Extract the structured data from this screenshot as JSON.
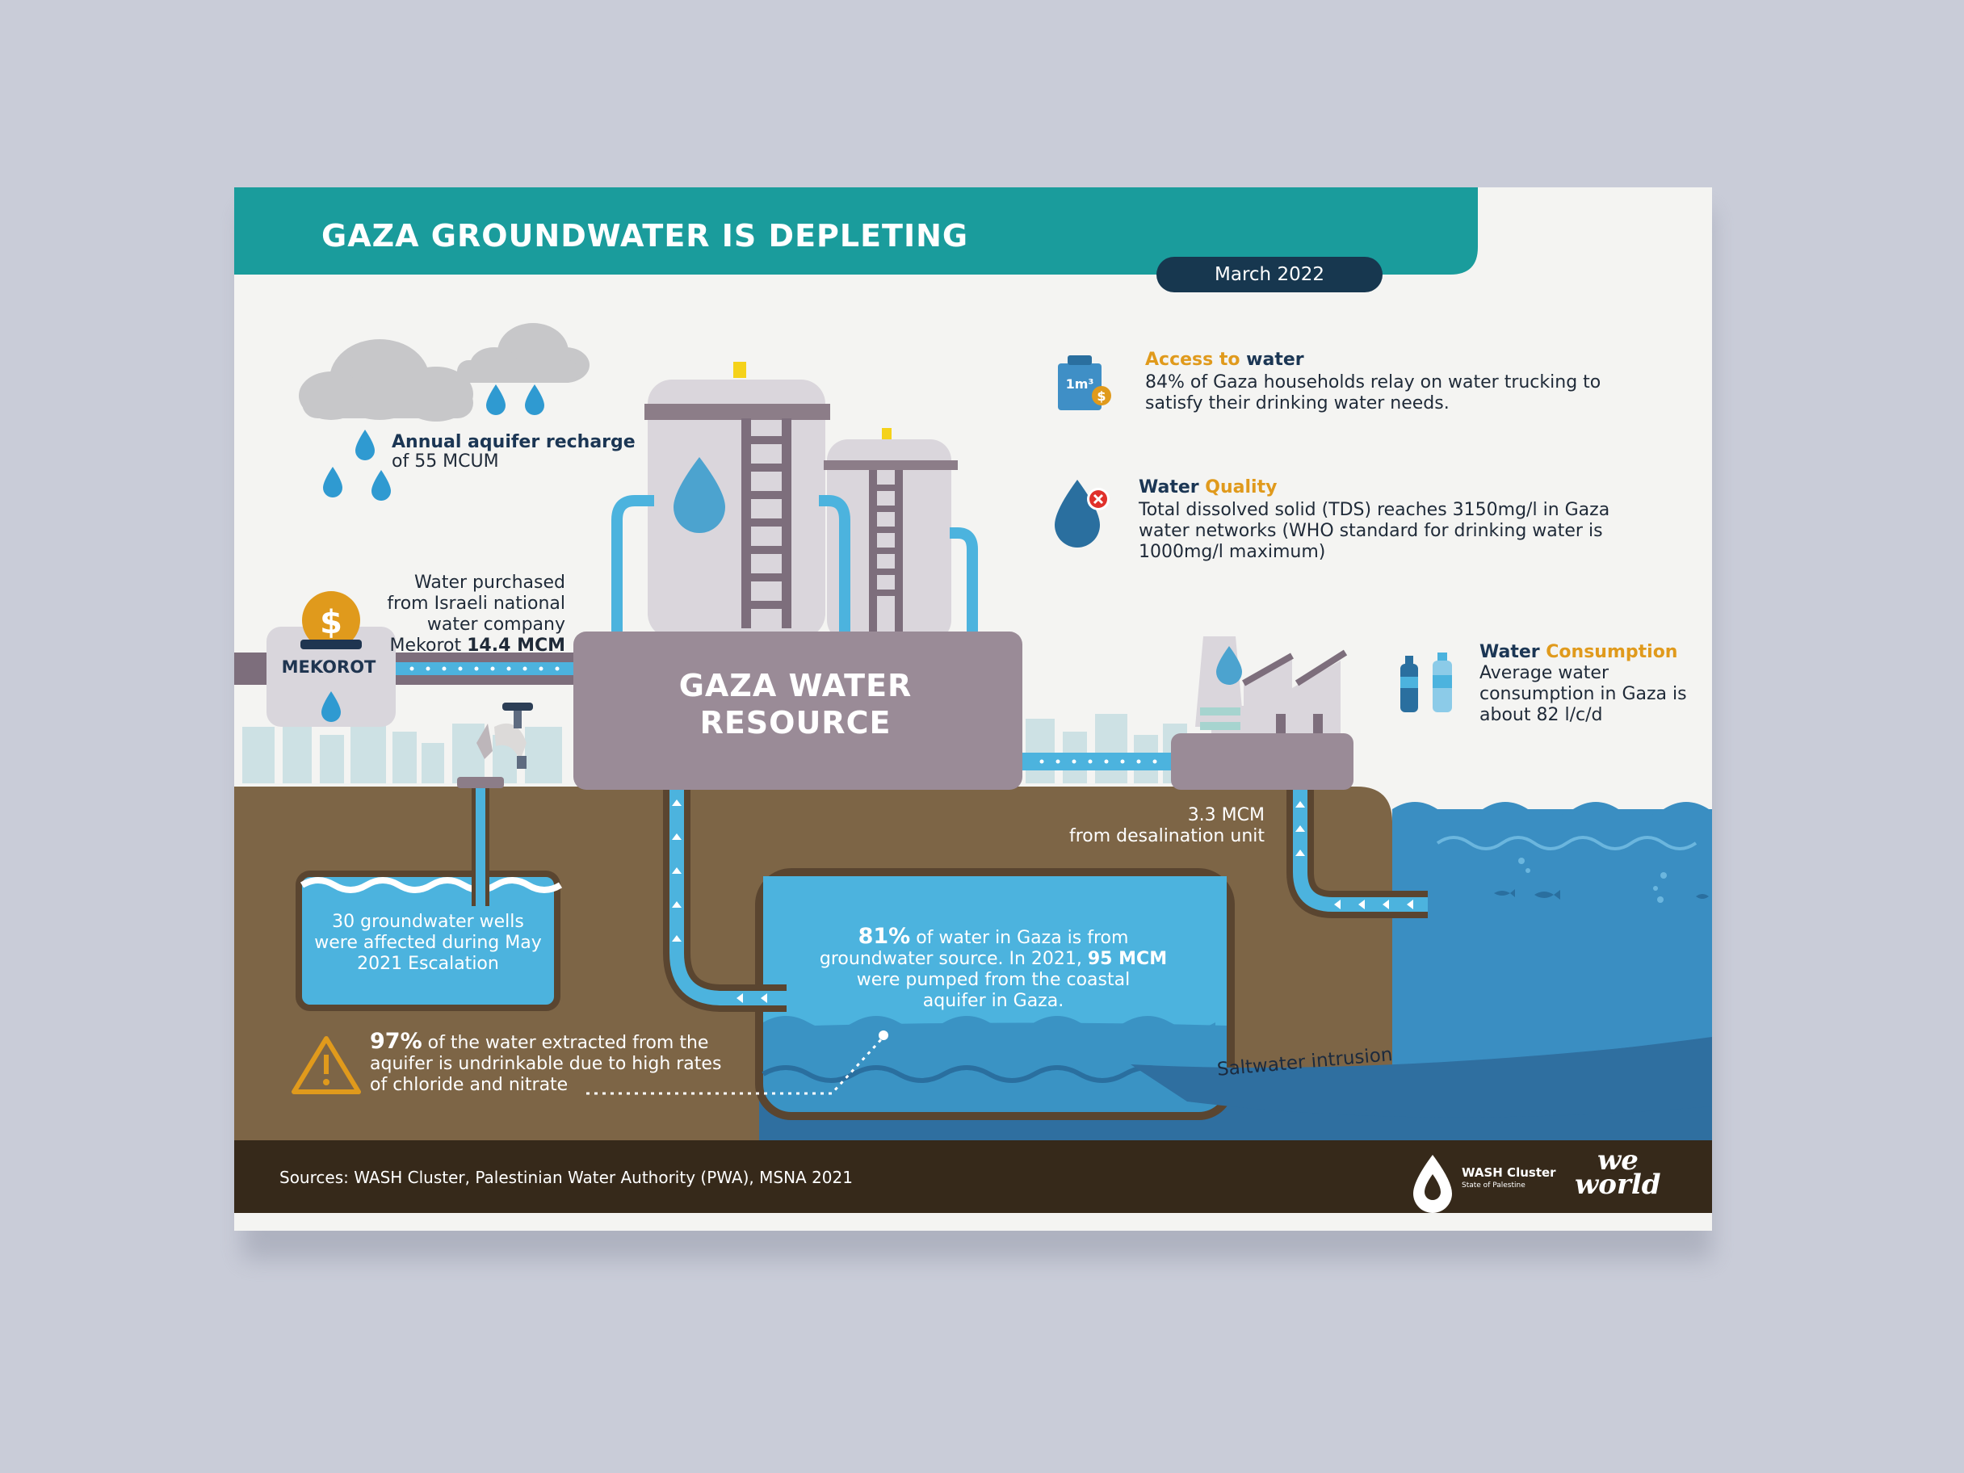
{
  "header": {
    "title": "GAZA GROUNDWATER IS DEPLETING",
    "date": "March 2022"
  },
  "recharge": {
    "title": "Annual aquifer recharge",
    "value": "of 55 MCUM"
  },
  "mekorot": {
    "label": "MEKOROT",
    "line1": "Water purchased",
    "line2": "from Israeli national",
    "line3": "water company",
    "line4_pre": "Mekorot ",
    "line4_value": "14.4 MCM"
  },
  "center": {
    "line1": "GAZA WATER",
    "line2": "RESOURCE"
  },
  "access": {
    "title_1": "Access to",
    "title_2": " water",
    "line1": "84% of Gaza households relay on water trucking to",
    "line2": "satisfy their drinking water needs.",
    "icon_text": "1m³"
  },
  "quality": {
    "title_1": "Water",
    "title_2": " Quality",
    "line1": "Total dissolved solid (TDS) reaches 3150mg/l in Gaza",
    "line2": "water networks (WHO standard for drinking water is",
    "line3": "1000mg/l maximum)"
  },
  "consumption": {
    "title_1": "Water",
    "title_2": " Consumption",
    "line1": "Average water",
    "line2": "consumption in Gaza is",
    "line3": "about 82 l/c/d"
  },
  "desal": {
    "line1": "3.3 MCM",
    "line2": "from desalination unit"
  },
  "wells": {
    "line1": "30 groundwater wells",
    "line2": "were affected during May",
    "line3": "2021 Escalation"
  },
  "groundwater": {
    "pct": "81%",
    "line1_rest": " of water in Gaza is from",
    "line2_pre": "groundwater source. In 2021, ",
    "line2_value": "95 MCM",
    "line3": "were pumped from the coastal",
    "line4": "aquifer in Gaza."
  },
  "undrinkable": {
    "pct": "97%",
    "line1_rest": " of the water extracted from the",
    "line2": "aquifer is undrinkable due to high rates",
    "line3": "of chloride and nitrate"
  },
  "saltwater": {
    "label": "Saltwater intrusion"
  },
  "footer": {
    "sources": "Sources: WASH Cluster, Palestinian Water Authority (PWA), MSNA 2021",
    "logo1_name": "WASH Cluster",
    "logo1_sub": "State of Palestine",
    "logo2_top": "we",
    "logo2_bottom": "world"
  },
  "colors": {
    "teal": "#1a9c9c",
    "navy": "#17374f",
    "earth": "#7d6546",
    "water": "#3a93c4",
    "light_water": "#4cb3de",
    "building": "#9a8b97",
    "orange": "#e09a1c",
    "footer": "#36291a"
  }
}
